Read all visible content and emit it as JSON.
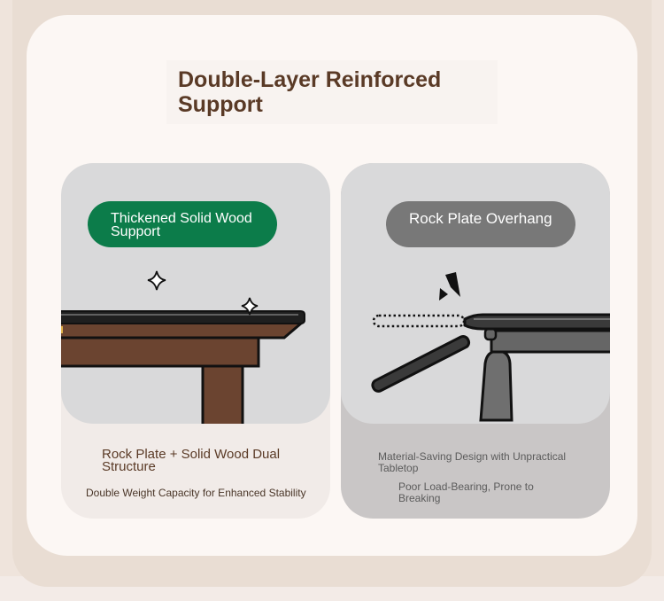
{
  "title": "Double-Layer Reinforced Support",
  "left_panel": {
    "badge": "Thickened Solid Wood Support",
    "caption_main": "Rock Plate + Solid Wood Dual Structure",
    "caption_sub": "Double Weight Capacity for Enhanced Stability"
  },
  "right_panel": {
    "badge": "Rock Plate Overhang",
    "caption_main": "Material-Saving Design with Unpractical Tabletop",
    "caption_sub": "Poor Load-Bearing, Prone to Breaking"
  },
  "colors": {
    "green": "#0c7c4a",
    "brown_title": "#5a3a26",
    "wood": "#6b4430",
    "slate": "#1f1f1f",
    "gray_badge": "#787878"
  },
  "icons": [
    "sparkle-icon",
    "crack-icon"
  ]
}
